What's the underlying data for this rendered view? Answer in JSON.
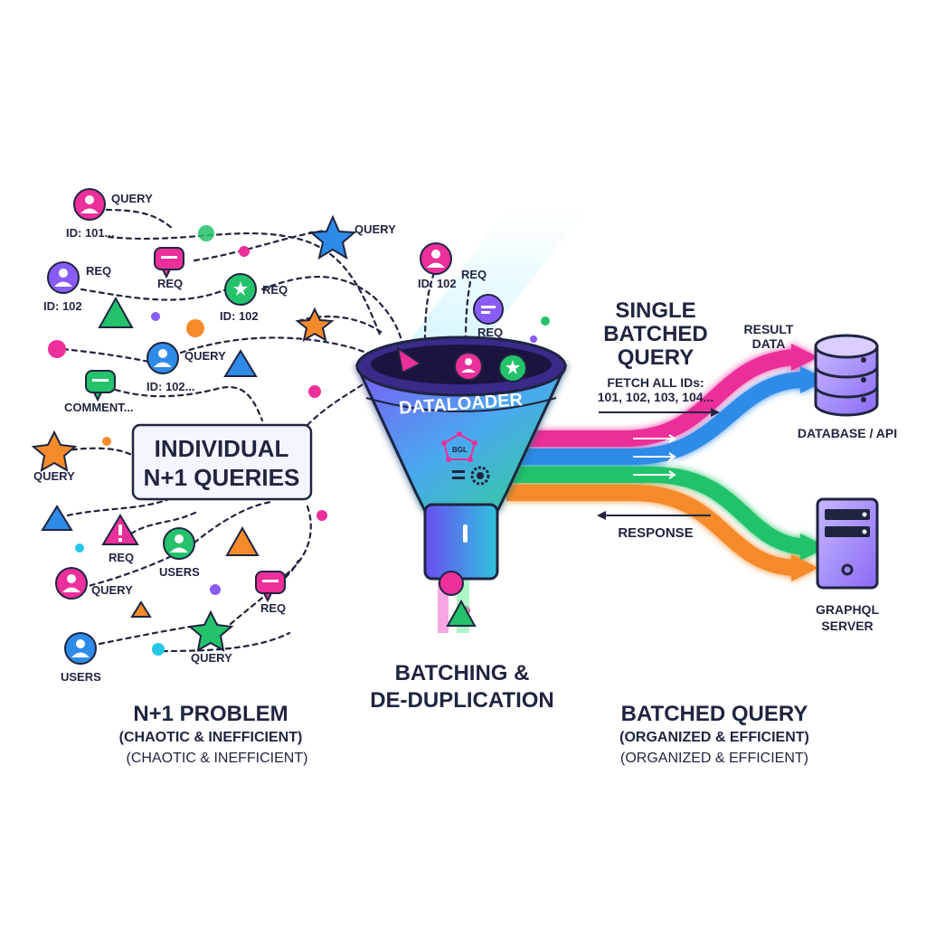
{
  "colors": {
    "ink": "#1f2540",
    "pink": "#ec2f9a",
    "purple": "#8a5cf6",
    "green": "#24c26b",
    "blue": "#2f8be8",
    "orange": "#f58a2a",
    "cyan": "#26c6e8",
    "funnel": "#6b5cf0"
  },
  "icons": [
    "user-avatar-icon",
    "chat-bubble-icon",
    "star-icon",
    "triangle-icon",
    "alert-triangle-icon",
    "database-icon",
    "server-icon",
    "gear-icon",
    "graph-icon",
    "arrow-icon"
  ],
  "left_cluster": {
    "box_line1": "INDIVIDUAL",
    "box_line2": "N+1 QUERIES",
    "labels": {
      "query_top": "QUERY",
      "id_101": "ID: 101...",
      "req_1": "REQ",
      "req_2": "REQ",
      "id_102_a": "ID: 102",
      "query_star": "QUERY",
      "req_3": "REQ",
      "id_102_b": "ID: 102",
      "req_4": "REQ",
      "id_102_c": "ID: 102",
      "query_mid": "QUERY",
      "id_102_d": "ID: 102...",
      "req_5": "REQ",
      "comment": "COMMENT...",
      "query_left": "QUERY",
      "req_6": "REQ",
      "users_1": "USERS",
      "req_7": "REQ",
      "query_low": "QUERY",
      "query_bottom": "QUERY",
      "users_2": "USERS"
    },
    "caption_title": "N+1 PROBLEM",
    "caption_sub1": "(CHAOTIC & INEFFICIENT)",
    "caption_sub2": "(CHAOTIC & INEFFICIENT)"
  },
  "funnel": {
    "label": "DATALOADER",
    "chip": "BGL",
    "caption_line1": "BATCHING &",
    "caption_line2": "DE-DUPLICATION"
  },
  "flow": {
    "title_line1": "SINGLE",
    "title_line2": "BATCHED",
    "title_line3": "QUERY",
    "fetch_line1": "FETCH ALL IDs:",
    "fetch_line2": "101, 102, 103, 104...",
    "response": "RESPONSE",
    "result_line1": "RESULT",
    "result_line2": "DATA",
    "database": "DATABASE / API",
    "server_line1": "GRAPHQL",
    "server_line2": "SERVER",
    "caption_title": "BATCHED QUERY",
    "caption_sub1": "(ORGANIZED & EFFICIENT)",
    "caption_sub2": "(ORGANIZED & EFFICIENT)"
  }
}
